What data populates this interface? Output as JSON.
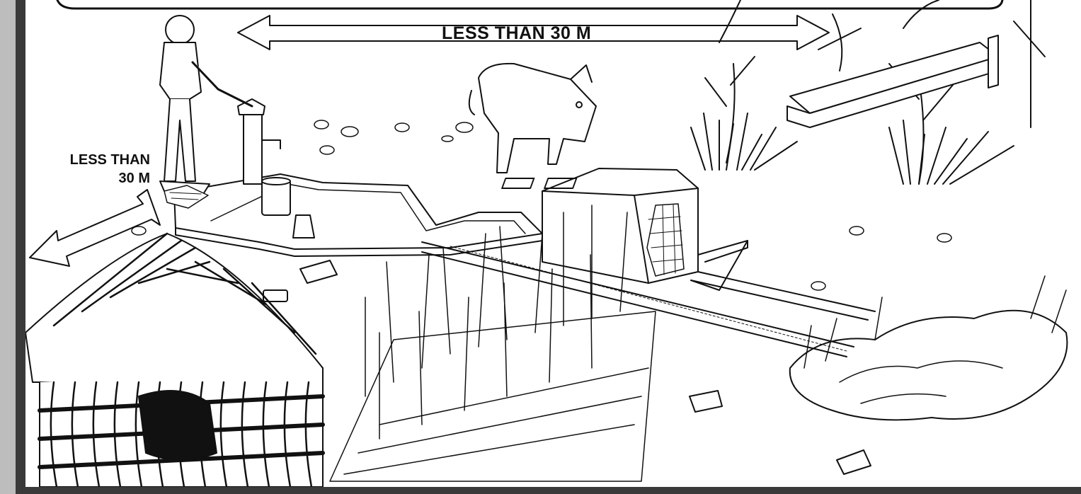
{
  "labels": {
    "distance_top": "LESS THAN 30 M",
    "distance_left_line1": "LESS THAN",
    "distance_left_line2": "30 M"
  },
  "colors": {
    "background": "#3a3a3a",
    "panel": "#ffffff",
    "ink": "#111111",
    "side_strip": "#bdbdbd"
  }
}
